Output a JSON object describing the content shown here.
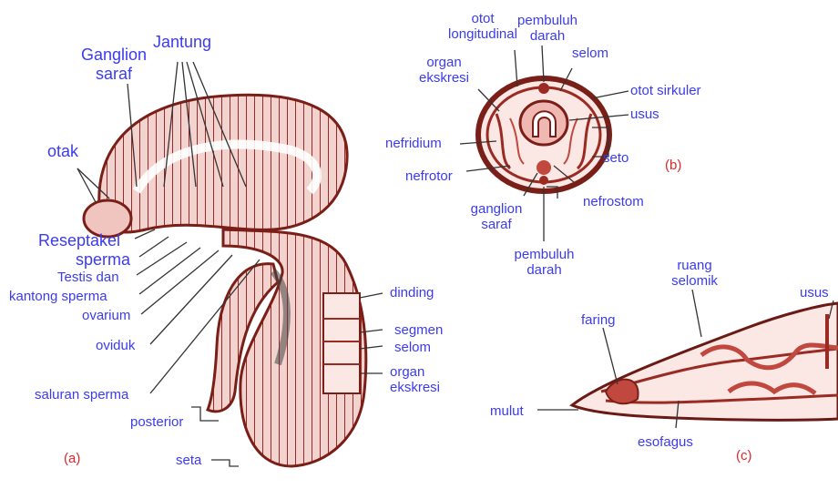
{
  "colors": {
    "label": "#3b3bf0",
    "panel_letter": "#e0282a",
    "tissue": "#9a2a22",
    "tissue_light": "#e6a8a4",
    "leader": "#333333"
  },
  "panel_a": {
    "letter": "(a)",
    "labels": {
      "ganglion_saraf": [
        "Ganglion",
        "saraf"
      ],
      "jantung": "Jantung",
      "otak": "otak",
      "reseptakel": "Reseptakel",
      "sperma": "sperma",
      "testis": "Testis dan",
      "kantong": "kantong sperma",
      "ovarium": "ovarium",
      "oviduk": "oviduk",
      "saluran_sperma": "saluran sperma",
      "posterior": "posterior",
      "seta": "seta",
      "dinding": "dinding",
      "segmen": "segmen",
      "selom": "selom",
      "organ_ekskresi": [
        "organ",
        "ekskresi"
      ]
    }
  },
  "panel_b": {
    "letter": "(b)",
    "labels": {
      "otot_longitudinal": [
        "otot",
        "longitudinal"
      ],
      "pembuluh_darah_top": [
        "pembuluh",
        "darah"
      ],
      "selom": "selom",
      "organ_ekskresi": [
        "organ",
        "ekskresi"
      ],
      "otot_sirkuler": "otot sirkuler",
      "usus": "usus",
      "nefridium": "nefridium",
      "seto": "seto",
      "nefrotor": "nefrotor",
      "ganglion_saraf": [
        "ganglion",
        "saraf"
      ],
      "nefrostom": "nefrostom",
      "pembuluh_darah_bottom": [
        "pembuluh",
        "darah"
      ]
    }
  },
  "panel_c": {
    "letter": "(c)",
    "labels": {
      "ruang_selomik": [
        "ruang",
        "selomik"
      ],
      "usus": "usus",
      "faring": "faring",
      "mulut": "mulut",
      "esofagus": "esofagus"
    }
  }
}
